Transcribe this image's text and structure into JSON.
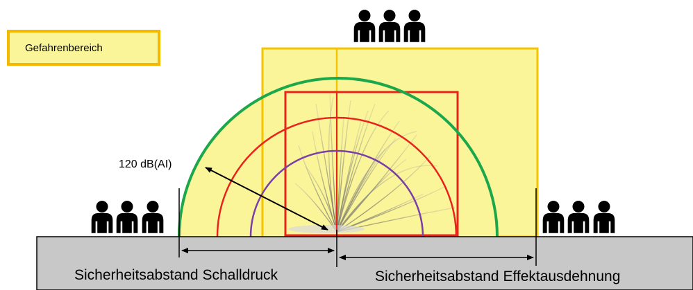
{
  "legend": {
    "label": "Gefahrenbereich"
  },
  "sound_level_label": "120 dB(AI)",
  "captions": {
    "left": "Sicherheitsabstand Schalldruck",
    "right": "Sicherheitsabstand Effektausdehnung"
  },
  "colors": {
    "danger_zone_fill": "#fbf59a",
    "danger_zone_border": "#f5c400",
    "green_arc": "#1ca84a",
    "red_arc": "#e8231c",
    "purple_arc": "#7b3fa8",
    "ground": "#c8c8c8"
  },
  "icons": [
    "audience-group-icon",
    "audience-group-icon",
    "audience-group-icon",
    "firework-fountain-icon"
  ]
}
